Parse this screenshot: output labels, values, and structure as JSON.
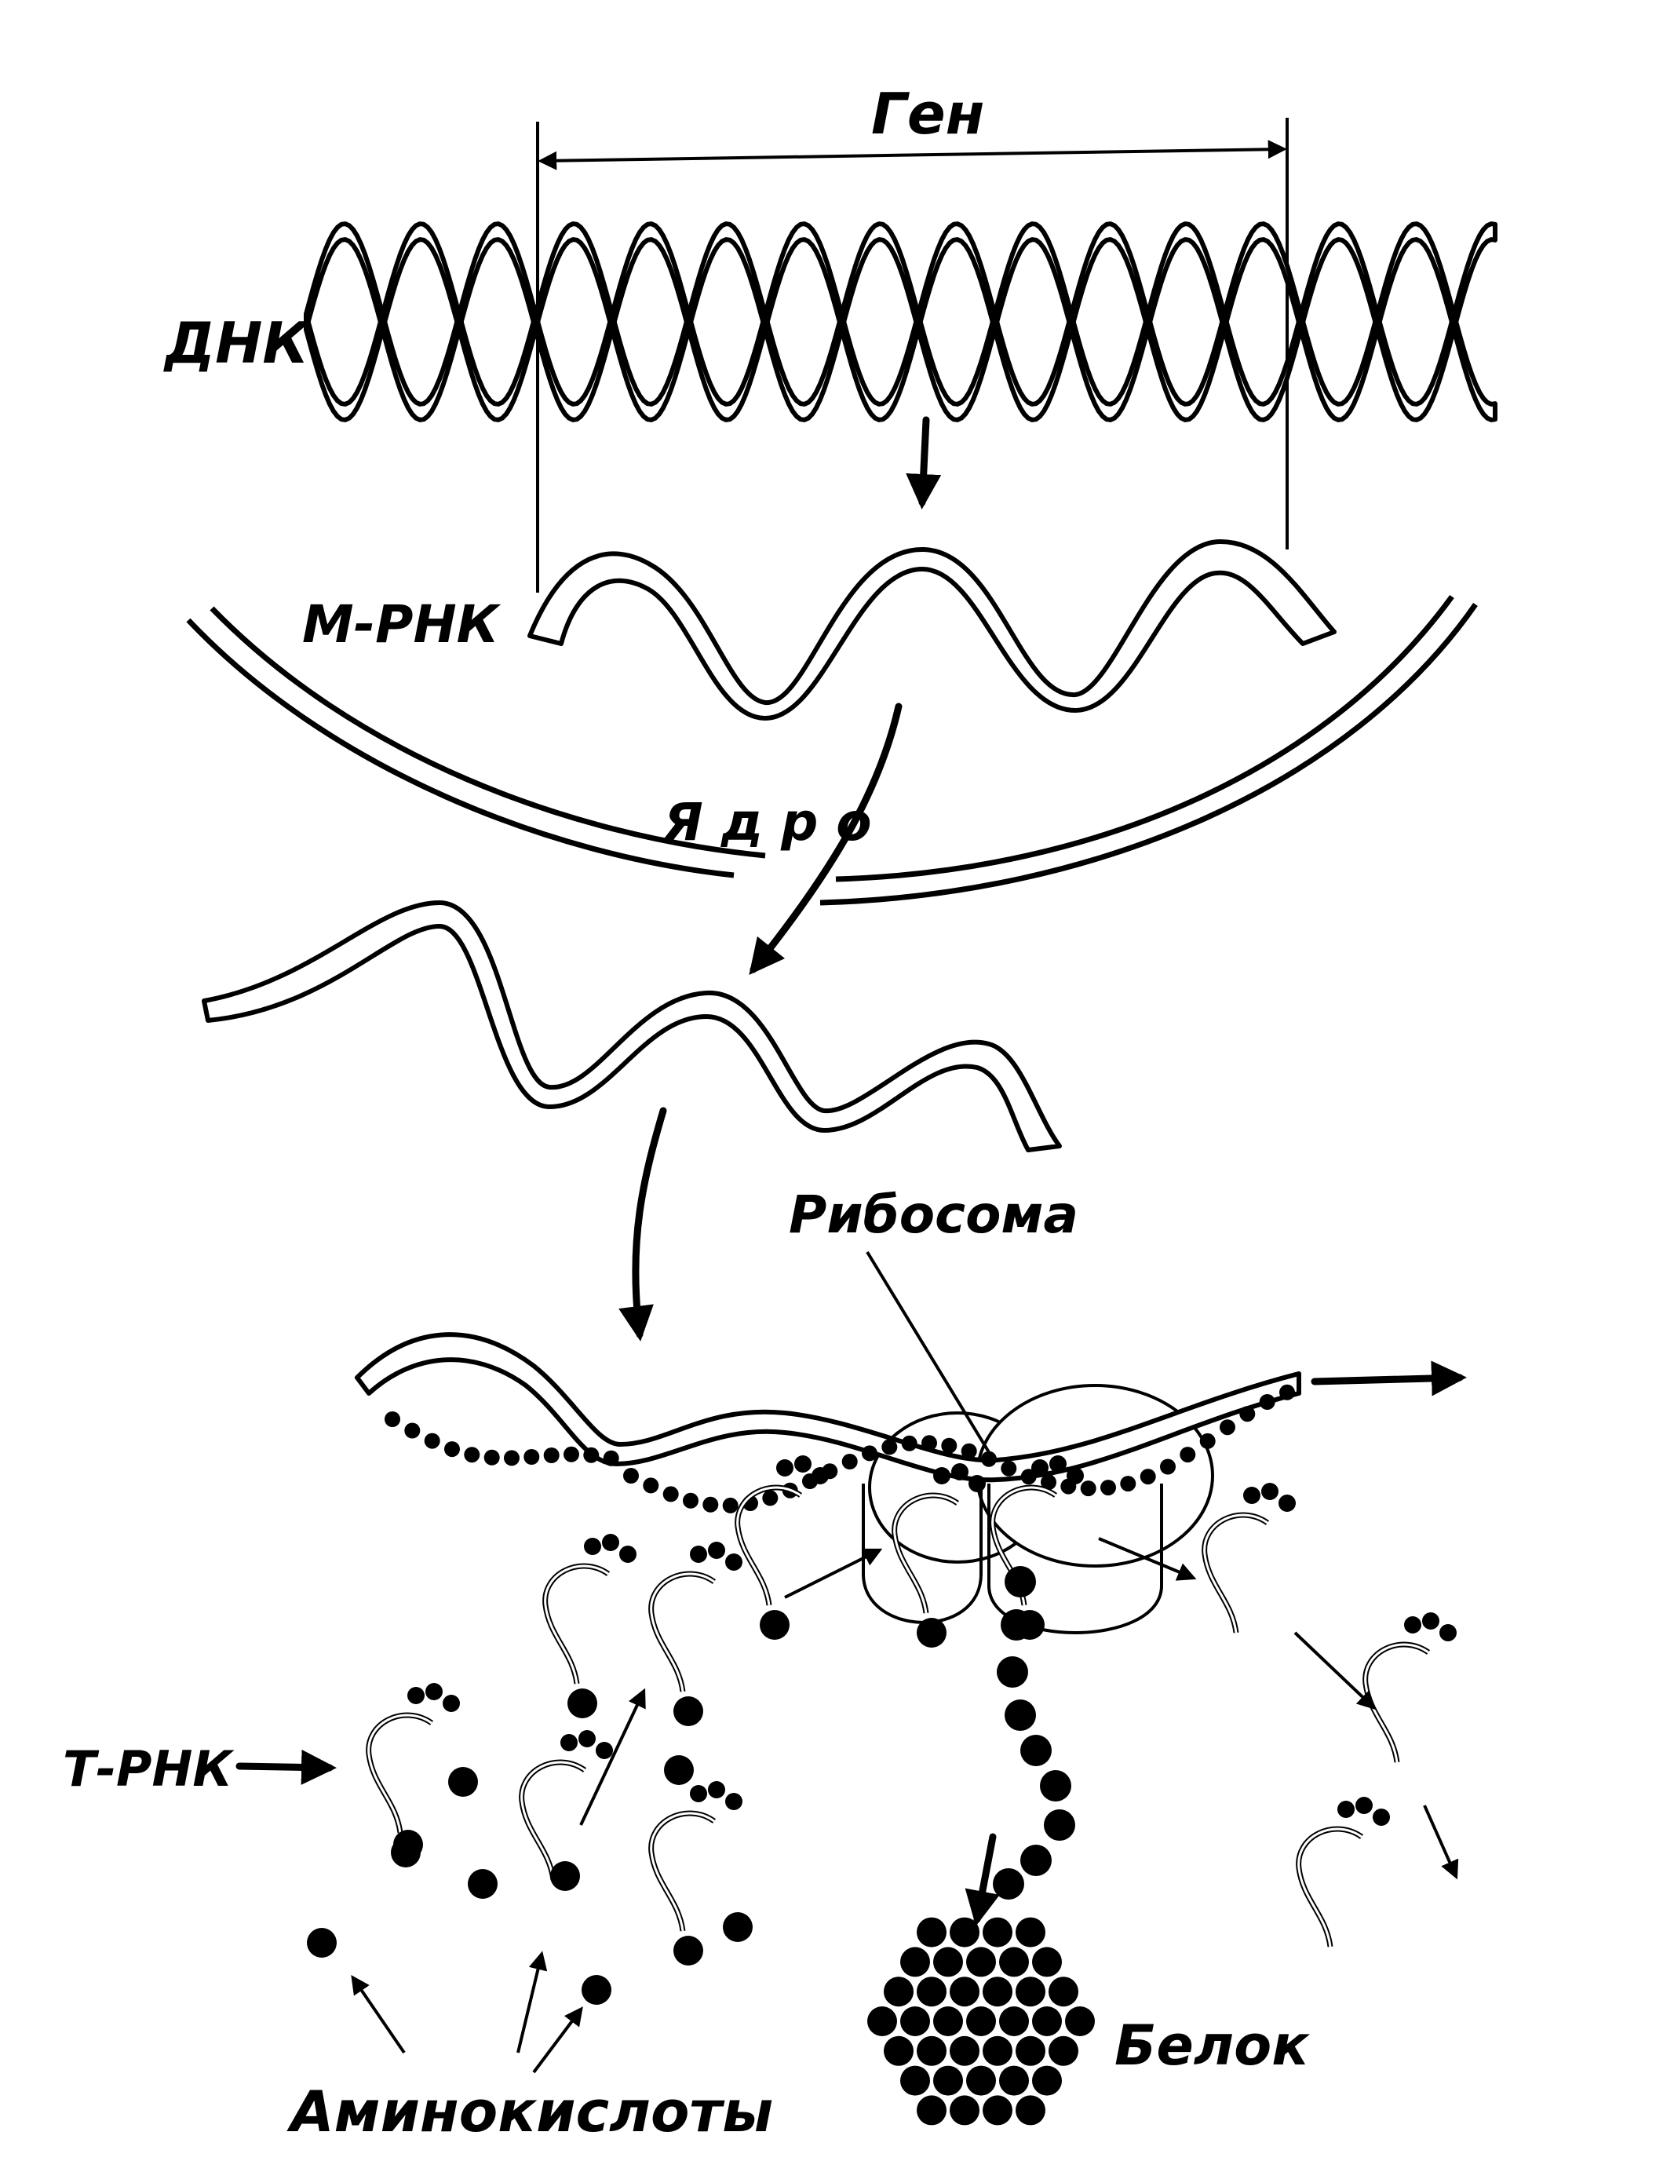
{
  "labels": {
    "gene": "Ген",
    "dna": "ДНК",
    "mrna": "М-РНК",
    "nucleus": "Я д р о",
    "ribosome": "Рибосома",
    "trna": "Т-РНК",
    "amino_acids": "Аминокислоты",
    "protein": "Белок"
  }
}
